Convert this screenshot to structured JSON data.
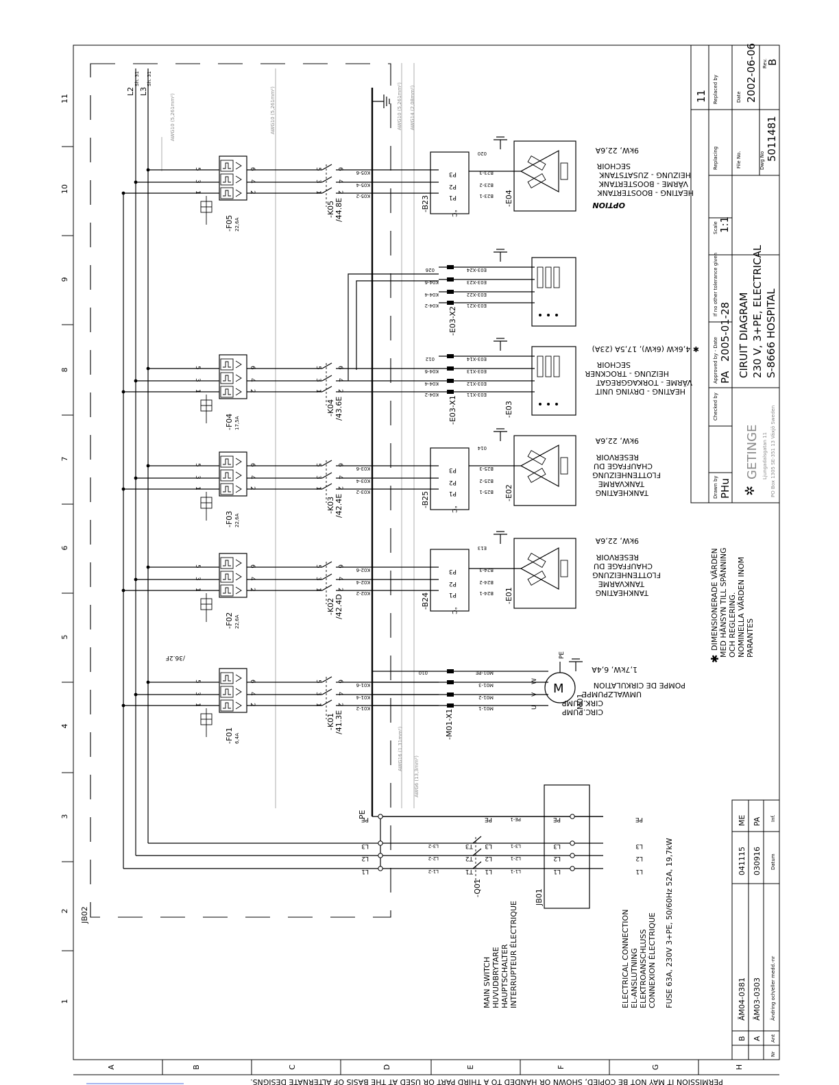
{
  "frame": {
    "columns": [
      "1",
      "2",
      "3",
      "4",
      "5",
      "6",
      "7",
      "8",
      "9",
      "10",
      "11"
    ],
    "rows": [
      "A",
      "B",
      "C",
      "D",
      "E",
      "F",
      "G",
      "H"
    ]
  },
  "footer": {
    "notice": "PERMISSION IT MAY NOT BE COPIED, SHOWN OR HANDED TO A THIRD PART OR USED AT THE BASIS OF ALTERNATE DESIGNS."
  },
  "title_block": {
    "sheet_no": "11",
    "replaced_by_label": "Replaced by",
    "replacing_label": "Replacing",
    "date_label": "Date",
    "date": "2002-06-06",
    "rev_label": "Rev.",
    "rev": "B",
    "file_no_label": "File No.",
    "dwg_no_label": "Dwg No",
    "dwg_no": "5011481",
    "scale_label": "Scale",
    "scale": "1:1",
    "tolerance_label": "If no other tolerance given",
    "title_lines": [
      "CIRUIT DIAGRAM",
      "230 V, 3+PE, ELECTRICAL",
      "S-8666 HOSPITAL"
    ],
    "approved_label": "Approved by - Date",
    "approved_by": "PA",
    "approved_date": "2005-01-28",
    "checked_label": "Checked by",
    "drawn_label": "Drawn by",
    "drawn_by": "PHu",
    "company": "GETINGE",
    "address_lines": [
      "Ljungadalsgatan 11",
      "PO Box 1305 SE-351 13 Växjö Sweden"
    ]
  },
  "revisions": {
    "rows": [
      {
        "letter": "B",
        "change": "ÄM04-0381",
        "date": "041115",
        "sign": "ME"
      },
      {
        "letter": "A",
        "change": "ÄM03-0303",
        "date": "030916",
        "sign": "PA"
      }
    ],
    "header": {
      "nr": "Nr",
      "ant": "Ant",
      "change": "Ändring och/eller medd.-nr",
      "date": "Datum",
      "inf": "Inf."
    }
  },
  "notes": {
    "star_note": [
      "DIMENSIONERADE VÄRDEN",
      "MED HÄNSYN TILL SPÄNNING",
      "OCH REGLERING.",
      "NOMINELLA VÄRDEN INOM",
      "PARANTES"
    ],
    "main_switch": [
      "MAIN SWITCH",
      "HUVUDBRYTARE",
      "HAUPTSCHALTER",
      "INTERRUPTEUR ÉLECTRIQUE"
    ],
    "electrical_connection": [
      "ELECTRICAL CONNECTION",
      "EL-ANSLUTNING",
      "ELEKTROANSCHLUSS",
      "CONNEXION ÉLECTRIQUE",
      "FUSE 63A, 230V 3+PE, 50/60Hz 52A, 19,7kW"
    ]
  },
  "labels": {
    "jb02": "JB02",
    "jb01": "JB01",
    "q01": "-Q01",
    "pe": "PE",
    "l2": "L2",
    "l3": "L3",
    "sheet_ref": "Sh. 31",
    "awg_wires": [
      "AWG10 (5,261mm²)",
      "AWG10 (5,261mm²)",
      "AWG10 (5,261mm²)",
      "AWG14 (2,08mm²)",
      "AWG16 (1,31mm²)",
      "AWG6 (13,3mm²)"
    ],
    "fuses": [
      {
        "name": "-F01",
        "rating": "6,4A"
      },
      {
        "name": "-F02",
        "rating": "22,6A"
      },
      {
        "name": "-F03",
        "rating": "22,6A"
      },
      {
        "name": "-F04",
        "rating": "17,5A"
      },
      {
        "name": "-F05",
        "rating": "22,6A"
      }
    ],
    "contactors": [
      {
        "name": "-K01",
        "ref": "/41.3E"
      },
      {
        "name": "-K02",
        "ref": "/42.4D"
      },
      {
        "name": "-K03",
        "ref": "/42.4E"
      },
      {
        "name": "-K04",
        "ref": "/43.6E"
      },
      {
        "name": "-K05",
        "ref": "/44.8E"
      }
    ],
    "aux_ref": "/36.2F",
    "motor": {
      "name": "-M01",
      "connector": "-M01-X1",
      "terminals": [
        "U",
        "V",
        "W"
      ]
    },
    "thermostats": [
      "-B24",
      "-B25",
      "-B23"
    ],
    "heaters": [
      "-E01",
      "-E02",
      "-E03",
      "-E04"
    ],
    "connectors_e03": [
      "-E03-X1",
      "-E03-X2"
    ],
    "load_descriptions": {
      "motor": [
        "CIRC.PUMP",
        "CIRK.PUMP",
        "UMWALZPUMPE",
        "POMPE DE CIRKULATION",
        "1,7kW, 6,4A"
      ],
      "e01": [
        "TANKHEATING",
        "TANKVARME",
        "FLOTTENHEIZUNG",
        "CHAUFFAGE DU",
        "RESERVOIR",
        "9kW, 22,6A"
      ],
      "e02": [
        "TANKHEATING",
        "TANKVARME",
        "FLOTTENHEIZUNG",
        "CHAUFFAGE DU",
        "RESERVOIR",
        "9kW, 22,6A"
      ],
      "e03": [
        "HEATING - DRYING UNIT",
        "VÄRME - TORKAGGREGAT",
        "HEIZUNG - TROCKNER",
        "SECHOIR",
        "✱ 4,6kW (6kW), 17,5A (23A)"
      ],
      "e04": [
        "OPTION",
        "HEATING - BOOSTERTANK",
        "VÄRME - BOOSTERTANK",
        "HEIZUNG - ZUSATSTANK",
        "SECHOIR",
        "9kW, 22,6A"
      ]
    },
    "wire_labels_k01": [
      "K01-2",
      "K01-4",
      "K01-6",
      "M01-1",
      "M01-2",
      "M01-3",
      "M01-PE",
      "010"
    ],
    "wire_labels_k02": [
      "K02-2",
      "K02-4",
      "K02-6",
      "B24-1",
      "B24-2",
      "B24-3",
      "E13"
    ],
    "wire_labels_k03": [
      "K03-2",
      "K03-4",
      "K03-6",
      "B25-1",
      "B25-2",
      "B25-3",
      "014"
    ],
    "wire_labels_k04": [
      "K04-2",
      "K04-4",
      "K04-6",
      "E03-X11",
      "E03-X12",
      "E03-X13",
      "E03-X14",
      "012"
    ],
    "wire_labels_x2": [
      "K04-2",
      "K04-4",
      "K04-6",
      "E03-X21",
      "E03-X22",
      "E03-X23",
      "E03-X24",
      "026"
    ],
    "wire_labels_k05": [
      "K05-2",
      "K05-4",
      "K05-6",
      "B23-1",
      "B23-2",
      "B23-3",
      "020"
    ],
    "phase_labels": [
      "L1",
      "L2",
      "L3",
      "PE"
    ],
    "q01_wire_labels": [
      "L1-1",
      "L2-1",
      "L3-1",
      "PE-1",
      "L1-2",
      "L2-2",
      "L3-2"
    ],
    "terminal_nums": [
      "1",
      "2",
      "3",
      "4",
      "5",
      "6"
    ]
  }
}
